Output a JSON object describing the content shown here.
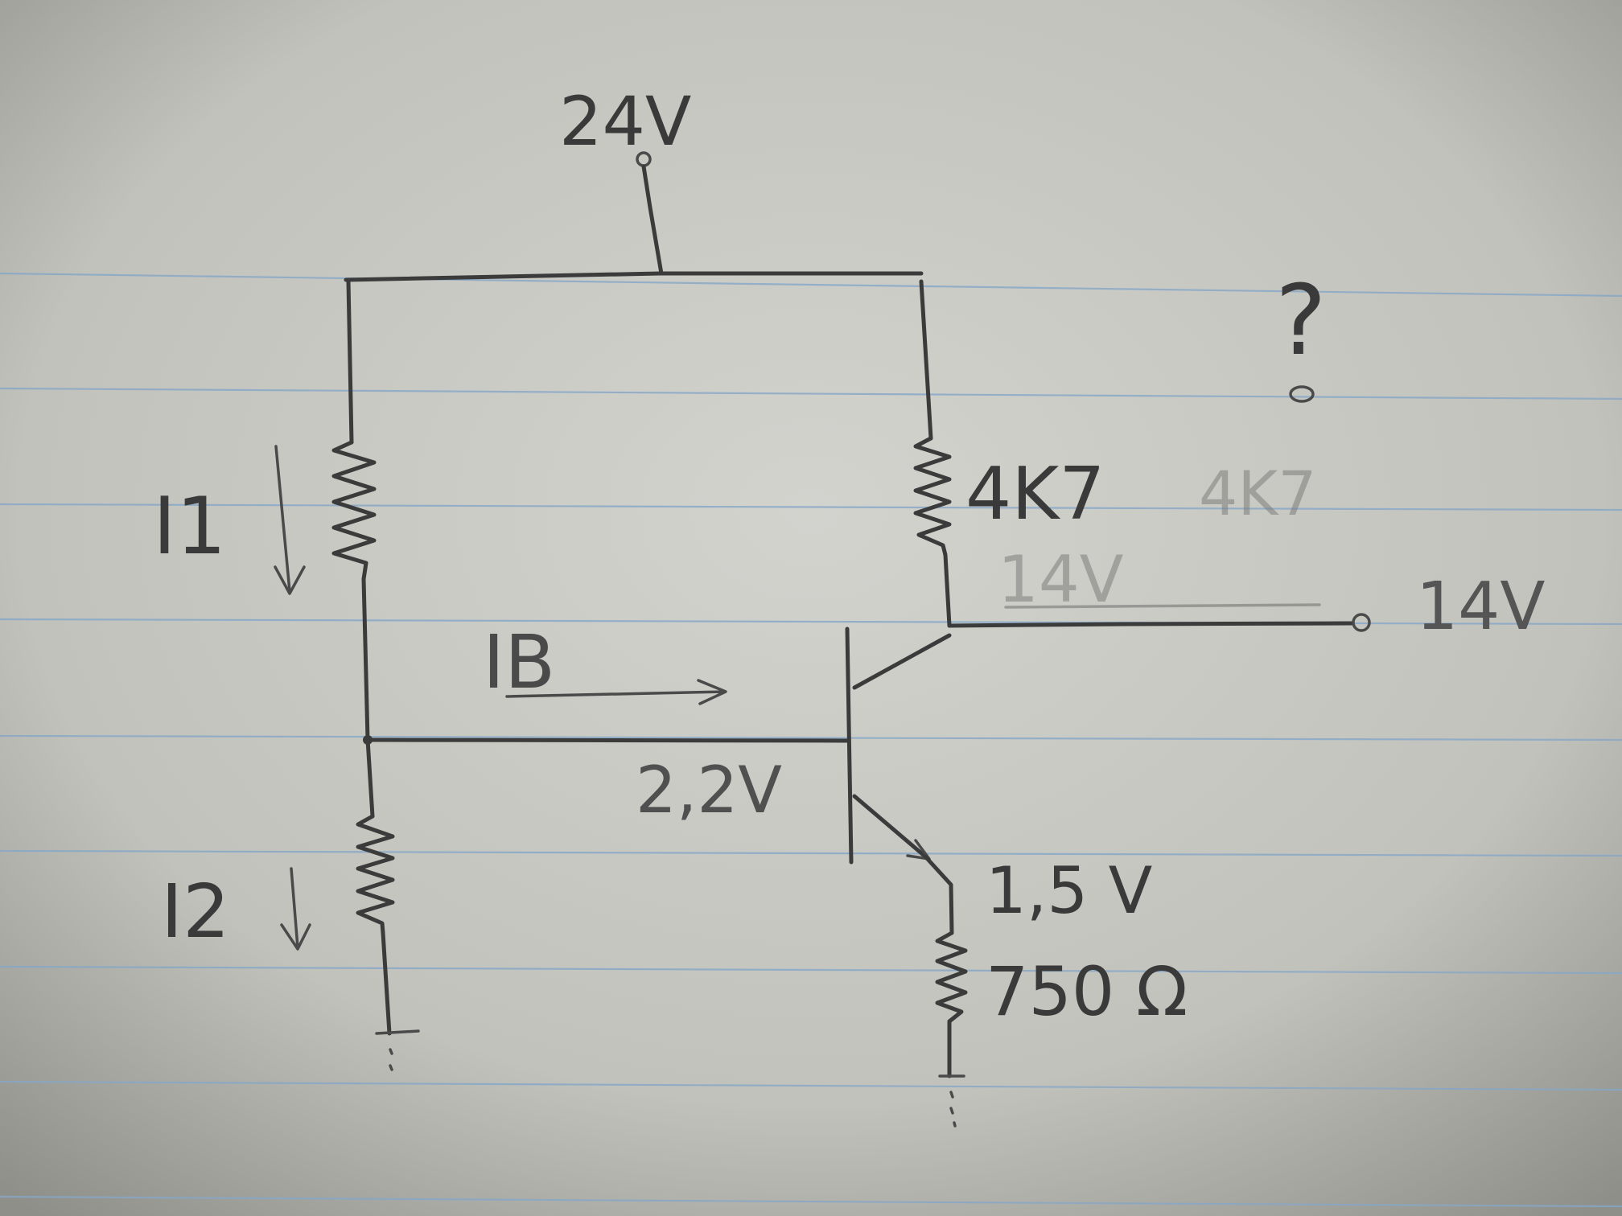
{
  "labels": {
    "supply": "24V",
    "collector_resistor": "4K7",
    "collector_resistor_faint": "4K7",
    "collector_voltage_faint": "14V",
    "output_terminal": "?",
    "output_voltage": "14V",
    "current_i1": "I1",
    "current_ib": "IB",
    "current_i2": "I2",
    "base_voltage": "2,2V",
    "emitter_voltage": "1,5 V",
    "emitter_resistor": "750 Ω"
  },
  "colors": {
    "paper": "#c9c9c3",
    "pencil": "#3b3b3b",
    "ruled_line": "#86a7c7"
  }
}
